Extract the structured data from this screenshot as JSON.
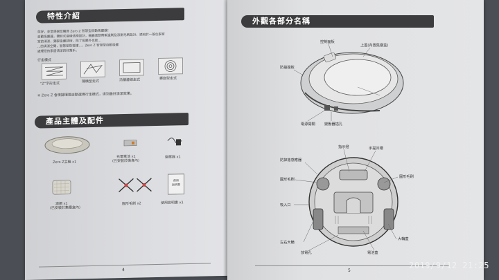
{
  "left_page": {
    "features_title": "特性介紹",
    "features_body": [
      "您好，非常感謝您購買 Zero Z 智慧型自動吸塵器！",
      "自動吸塵器，獨特式邊緣清掃設計，機器底部帶兩邊刷及滾刷毛刷設計，適用於一般住家家",
      "室的清潔，獨家吸塵技術，除了吸塵外也能...",
      "...的清潔空間，智慧型防碰撞...，Zero Z 智慧型自動吸塵",
      "處理您的家居清潔的好幫手。"
    ],
    "mode_label": "行走模式",
    "modes": [
      "\"Z\"字形走式",
      "隨機型走式",
      "沿牆邊線走式",
      "螺旋型走式"
    ],
    "mode_note": "※ Zero Z 會根據環境自動選擇行走模式，達到最好清潔效果。",
    "package_title": "產品主體及配件",
    "items": [
      {
        "name": "Zero Z主機 x1"
      },
      {
        "name": "充電電池 x1",
        "sub": "(已安裝於機身內)"
      },
      {
        "name": "變壓器 x1"
      },
      {
        "name": "濾網 x1",
        "sub": "(已安裝於集塵盒內)"
      },
      {
        "name": "圓形毛刷 x2"
      },
      {
        "name": "使用說明書 x1"
      }
    ],
    "manual_label": "使用\n說明書",
    "page_number": "4"
  },
  "right_page": {
    "parts_title": "外觀各部分名稱",
    "top_labels": {
      "control_panel": "控制面板",
      "top_cover": "上蓋(內置集塵盒)",
      "bumper": "防撞擋板",
      "power_switch": "電源開關",
      "adapter_jack": "變壓器插孔"
    },
    "bottom_labels": {
      "pointer": "指示燈",
      "handle": "手提凹槽",
      "dropoff_sensor": "防掉落感應器",
      "brush_left": "圓形毛刷",
      "brush_right": "圓形毛刷",
      "suction_inlet": "吸入口",
      "wheels": "左右大輪",
      "battery_cover": "大輪蓋",
      "charge_contacts": "電池蓋",
      "charging_hole": "放電孔"
    },
    "page_number": "5"
  },
  "timestamp": "2019/9/12  21:25"
}
